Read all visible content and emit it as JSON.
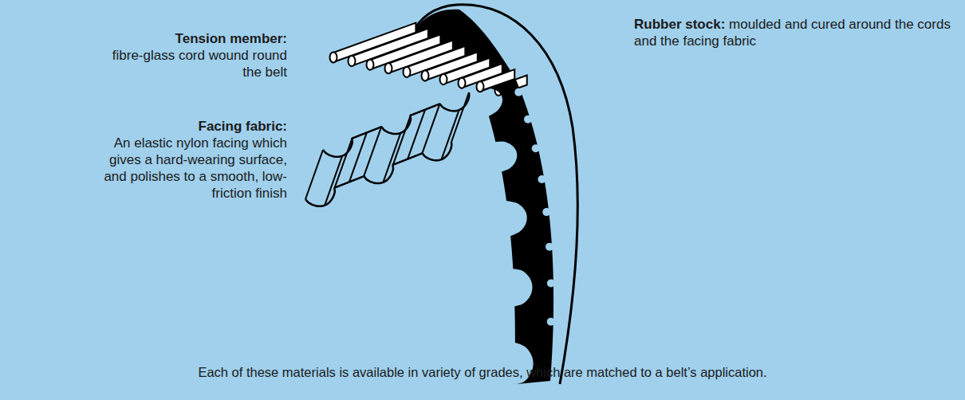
{
  "diagram": {
    "caption": "Each of these materials is available in variety of grades, which are matched to a belt’s application.",
    "labels": [
      "Tension member:",
      "fibre-glass cord wound round the belt",
      "Facing fabric:",
      "An elastic nylon facing which gives a hard-wearing surface, and polishes to a smooth, low-friction finish",
      "Rubber stock:",
      "moulded and cured around the cords and the facing fabric"
    ]
  }
}
